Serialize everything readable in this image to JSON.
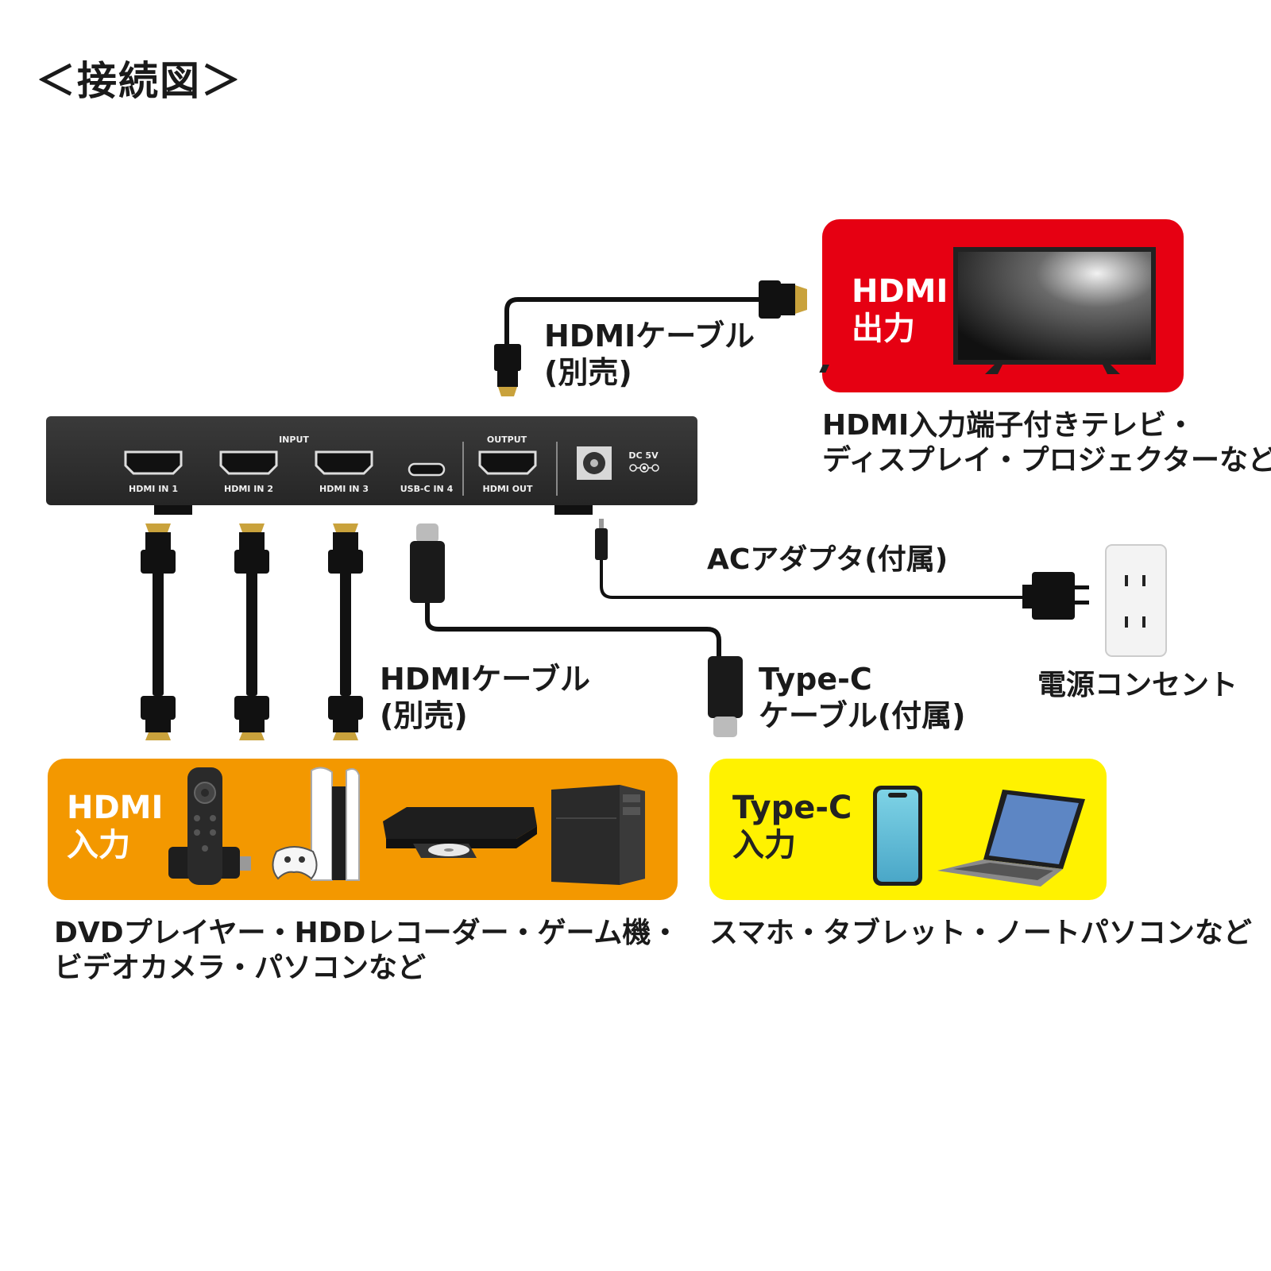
{
  "title": "＜接続図＞",
  "output": {
    "panel_label": "HDMI\n出力",
    "cable_label": "HDMIケーブル\n(別売)",
    "description": "HDMI入力端子付きテレビ・\nディスプレイ・プロジェクターなど"
  },
  "device": {
    "input_group": "INPUT",
    "output_group": "OUTPUT",
    "ports": [
      "HDMI IN 1",
      "HDMI IN 2",
      "HDMI IN 3",
      "USB-C IN 4",
      "HDMI OUT"
    ],
    "power": "DC 5V"
  },
  "power": {
    "adapter_label": "ACアダプタ(付属)",
    "outlet_label": "電源コンセント"
  },
  "inputs": {
    "hdmi_cable_label": "HDMIケーブル\n(別売)",
    "typec_cable_label": "Type-C\nケーブル(付属)",
    "hdmi_panel_label": "HDMI\n入力",
    "typec_panel_label": "Type-C\n入力",
    "hdmi_description": "DVDプレイヤー・HDDレコーダー・ゲーム機・\nビデオカメラ・パソコンなど",
    "typec_description": "スマホ・タブレット・ノートパソコンなど"
  },
  "colors": {
    "output_panel": "#e60012",
    "hdmi_panel": "#f39800",
    "typec_panel": "#fff200"
  }
}
